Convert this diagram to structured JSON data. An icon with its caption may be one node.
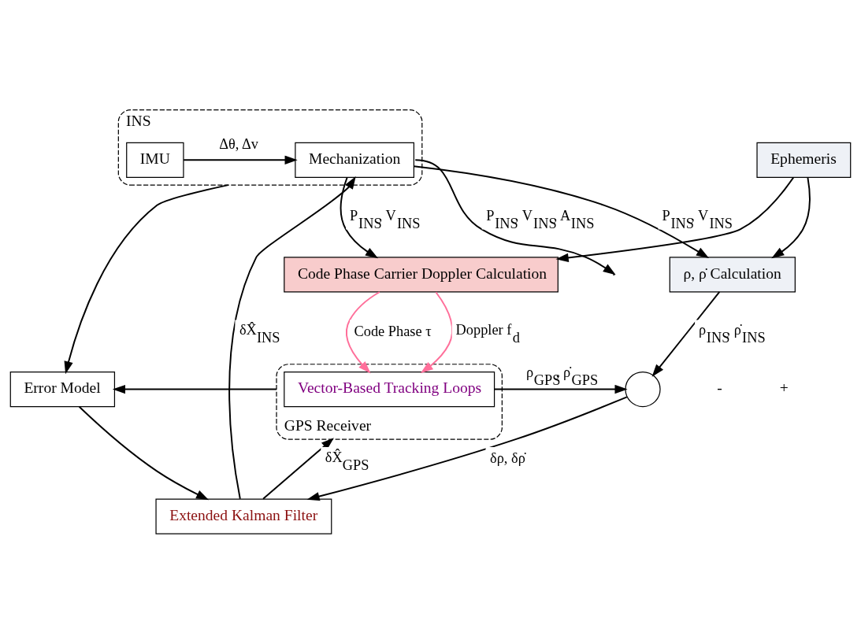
{
  "diagram": {
    "nodes": [
      {
        "text": [
          "INS"
        ]
      },
      {
        "text": [
          "IMU"
        ],
        "in": 0
      },
      {
        "text": [
          "Mechanization"
        ],
        "in": 0
      },
      {
        "text": [
          "ρ, ρ̇ Calculation"
        ]
      },
      {
        "text": [
          "Ephemeris"
        ]
      },
      {
        "text": [
          "Error Model"
        ]
      },
      {
        "text": [
          "Extended Kalman Filter"
        ]
      },
      {
        "text": [],
        "shape": "circle",
        "beside": [
          "+",
          "-"
        ]
      },
      {
        "text": [
          "GPS Receiver"
        ]
      },
      {
        "text": [
          "Vector-Based Tracking Loops"
        ],
        "in": 8
      },
      {
        "text": [
          "Code Phase Carrier Doppler Calculation"
        ]
      }
    ],
    "edges": [
      {
        "from": 1,
        "to": 2,
        "arrow": "to",
        "label": "Δθ, Δv"
      },
      {
        "from": 2,
        "to": null,
        "arrow": "to",
        "label": "P$_{INS}$, V$_{INS}$, A$_{INS}$"
      },
      {
        "from": 2,
        "to": 3,
        "arrow": "to",
        "label": "P$_{INS}$, V$_{INS}$"
      },
      {
        "from": 2,
        "to": 10,
        "arrow": "to",
        "label": "P$_{INS}$, V$_{INS}$"
      },
      {
        "from": 4,
        "to": 3,
        "arrow": "to"
      },
      {
        "from": 4,
        "to": 10,
        "arrow": "to"
      },
      {
        "from": 3,
        "to": 7,
        "arrow": "to",
        "label": "ρ$_{INS}$, ρ̇$_{INS}$"
      },
      {
        "from": 7,
        "to": 6,
        "arrow": "to",
        "label": "δρ, δρ̇"
      },
      {
        "from": 9,
        "to": 7,
        "arrow": "to",
        "label": "ρ$_{GPS}$, ρ̇$_{GPS}$"
      },
      {
        "from": 0,
        "to": 5,
        "arrow": "to"
      },
      {
        "from": 5,
        "to": 6,
        "arrow": "to"
      },
      {
        "from": 6,
        "to": 2,
        "arrow": "to",
        "label": "δX̂$_{INS}$"
      },
      {
        "from": 6,
        "to": 8,
        "arrow": "to",
        "label": "δX̂$_{GPS}$"
      },
      {
        "from": 8,
        "to": 5,
        "arrow": "to"
      },
      {
        "from": 10,
        "to": 9,
        "arrow": "to",
        "label": "Doppler f$_{d}$",
        "color": "#ff6f9a"
      },
      {
        "from": 10,
        "to": 9,
        "arrow": "to",
        "label": "Code Phase τ",
        "color": "#ff6f9a"
      }
    ]
  }
}
